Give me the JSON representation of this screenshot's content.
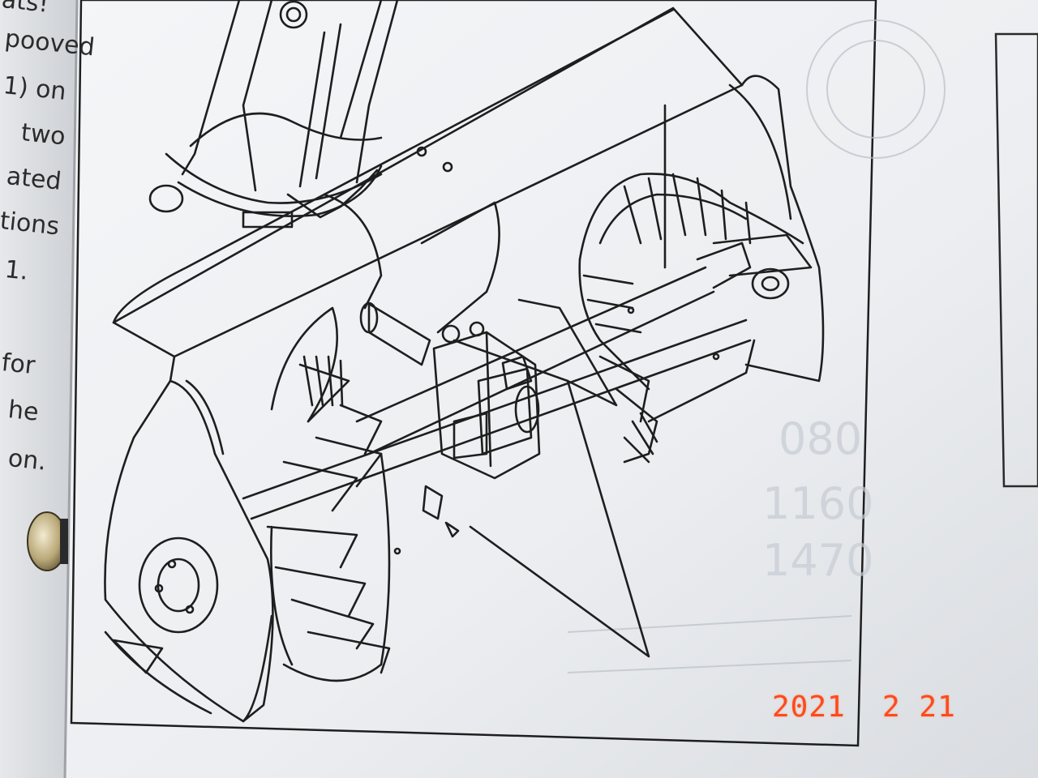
{
  "left_page_text": [
    "ats!",
    "pooved",
    "1) on",
    "two",
    "ated",
    "tions",
    "1.",
    "for",
    "he",
    "on."
  ],
  "date_stamp": "2021  2 21",
  "colors": {
    "stamp": "#ff4a1c",
    "paper": "#eef0f3",
    "ink": "#1e1e1e"
  }
}
